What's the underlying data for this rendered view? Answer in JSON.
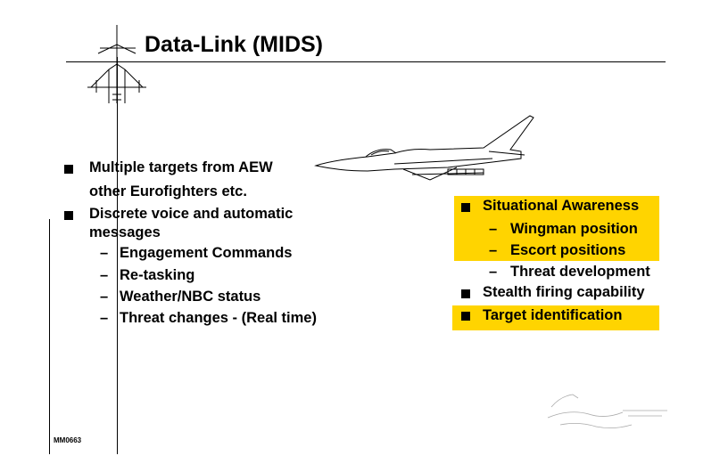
{
  "slide": {
    "title": "Data-Link (MIDS)",
    "footer_code": "MM0663"
  },
  "left": {
    "b1_line1": "Multiple targets from AEW",
    "b1_line2": "other Eurofighters etc.",
    "b2_line1": "Discrete voice and automatic",
    "b2_line2": "messages",
    "subs": [
      "Engagement Commands",
      "Re-tasking",
      "Weather/NBC status",
      "Threat changes - (Real time)"
    ]
  },
  "right": {
    "b1": "Situational Awareness",
    "subs": [
      "Wingman position",
      "Escort positions",
      "Threat development"
    ],
    "b2": "Stealth firing capability",
    "b3": "Target identification"
  },
  "colors": {
    "highlight": "#ffd400"
  },
  "icons": [
    "aircraft-logo-icon",
    "eurofighter-jet-icon",
    "bullet-square-icon",
    "stamp-mark-icon"
  ]
}
